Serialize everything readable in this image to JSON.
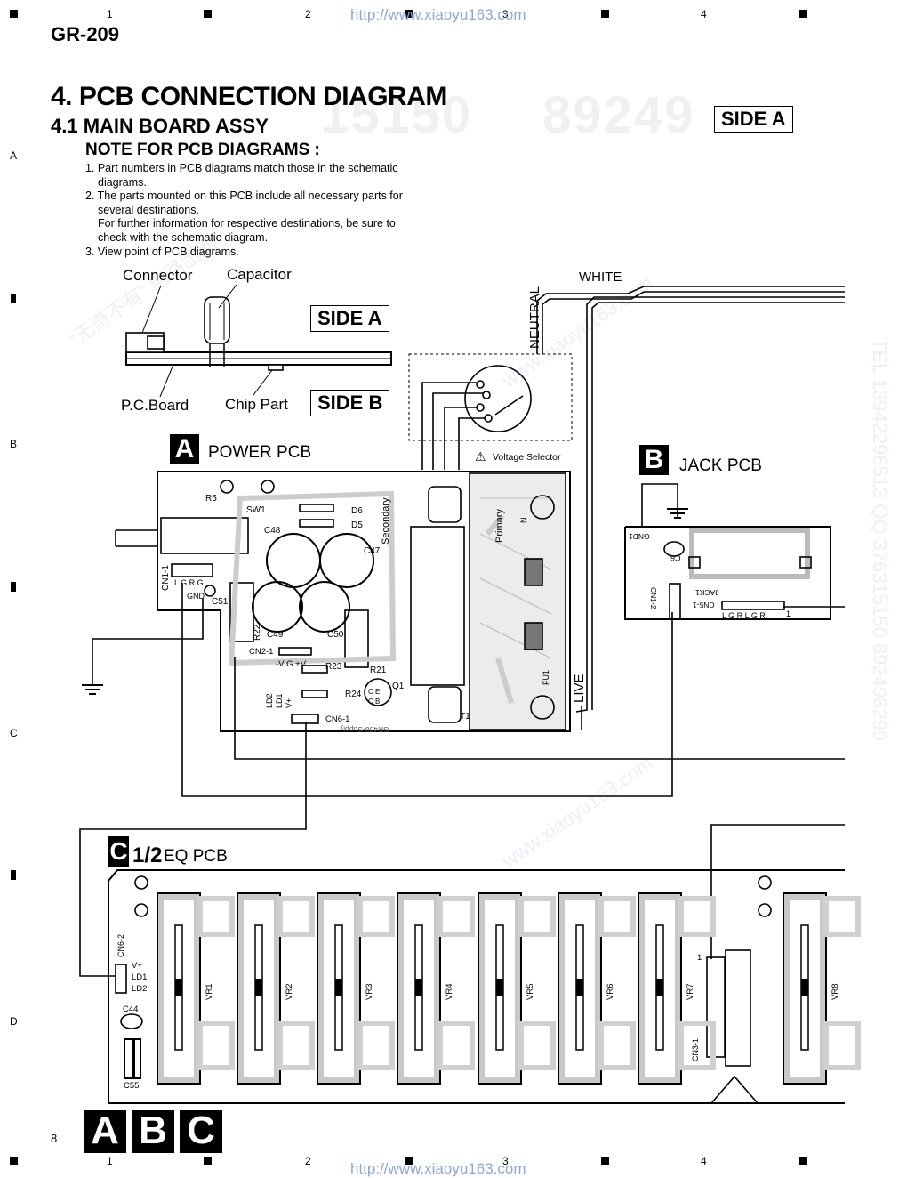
{
  "header": {
    "doc_id": "GR-209",
    "url_top": "http://www.xiaoyu163.com",
    "url_bottom": "http://www.xiaoyu163.com",
    "columns": [
      "1",
      "2",
      "3",
      "4"
    ],
    "rows": [
      "A",
      "B",
      "C",
      "D"
    ]
  },
  "section": {
    "title": "4. PCB CONNECTION DIAGRAM",
    "subtitle": "4.1 MAIN BOARD ASSY",
    "side_label": "SIDE A"
  },
  "notes": {
    "title": "NOTE FOR PCB DIAGRAMS :",
    "lines": [
      "1. Part numbers in PCB diagrams match those in the schematic",
      "diagrams.",
      "2. The parts mounted on this PCB include all necessary parts for",
      "several destinations.",
      "For further information for respective destinations, be sure to",
      "check with the schematic diagram.",
      "3. View point of PCB diagrams."
    ]
  },
  "legend": {
    "connector": "Connector",
    "capacitor": "Capacitor",
    "pc_board": "P.C.Board",
    "chip_part": "Chip Part",
    "side_a": "SIDE A",
    "side_b": "SIDE B"
  },
  "wires": {
    "white": "WHITE",
    "neutral": "NEUTRAL",
    "live": "LIVE",
    "voltage_selector": "Voltage Selector"
  },
  "boards": {
    "a": {
      "tag": "A",
      "name": "POWER PCB"
    },
    "b": {
      "tag": "B",
      "name": "JACK PCB"
    },
    "c": {
      "tag": "C",
      "fraction": "1/2",
      "name": "EQ PCB"
    }
  },
  "power_pcb_labels": {
    "r5": "R5",
    "sw1": "SW1",
    "d6": "D6",
    "d5": "D5",
    "c48": "C48",
    "c47": "C47",
    "secondary": "Secondary",
    "primary": "Primary",
    "cn1_1": "CN1-1",
    "lgrg": "L G R G",
    "gnd": "GND",
    "c51": "C51",
    "r22": "R22",
    "c49": "C49",
    "c50": "C50",
    "cn2_1": "CN2-1",
    "vgv": "-V G +V",
    "r23": "R23",
    "r21": "R21",
    "ld2": "LD2",
    "ld1": "LD1",
    "vp": "V+",
    "r24": "R24",
    "q1": "Q1",
    "ce": "C E",
    "cb": "C B",
    "cn6_1": "CN6-1",
    "t1": "T1",
    "fu1": "FU1",
    "n": "N",
    "silk": "GR408-Supply"
  },
  "jack_pcb_labels": {
    "gnd1": "GND1",
    "c6": "C6",
    "jack1": "JACK1",
    "cn5_1": "CN5-1",
    "cn1_2": "CN1-2",
    "lgrlgr": "L G R L G R",
    "pin1": "1"
  },
  "eq_pcb_labels": {
    "cn6_2": "CN6-2",
    "vplus": "V+",
    "ld1": "LD1",
    "ld2": "LD2",
    "c44": "C44",
    "c55": "C55",
    "cn3_1": "CN3-1",
    "pin1": "1",
    "sliders": [
      "VR1",
      "VR2",
      "VR3",
      "VR4",
      "VR5",
      "VR6",
      "VR7",
      "VR8"
    ]
  },
  "watermarks": {
    "w1": "15150",
    "w2": "89249",
    "chinese": "“无奇不有” 电路图网",
    "site": "www.xiaoyu163.com",
    "tel": "TEL 13942296513 QQ 376315150 892498299"
  },
  "footer": {
    "page_number": "8",
    "tags": [
      "A",
      "B",
      "C"
    ]
  }
}
